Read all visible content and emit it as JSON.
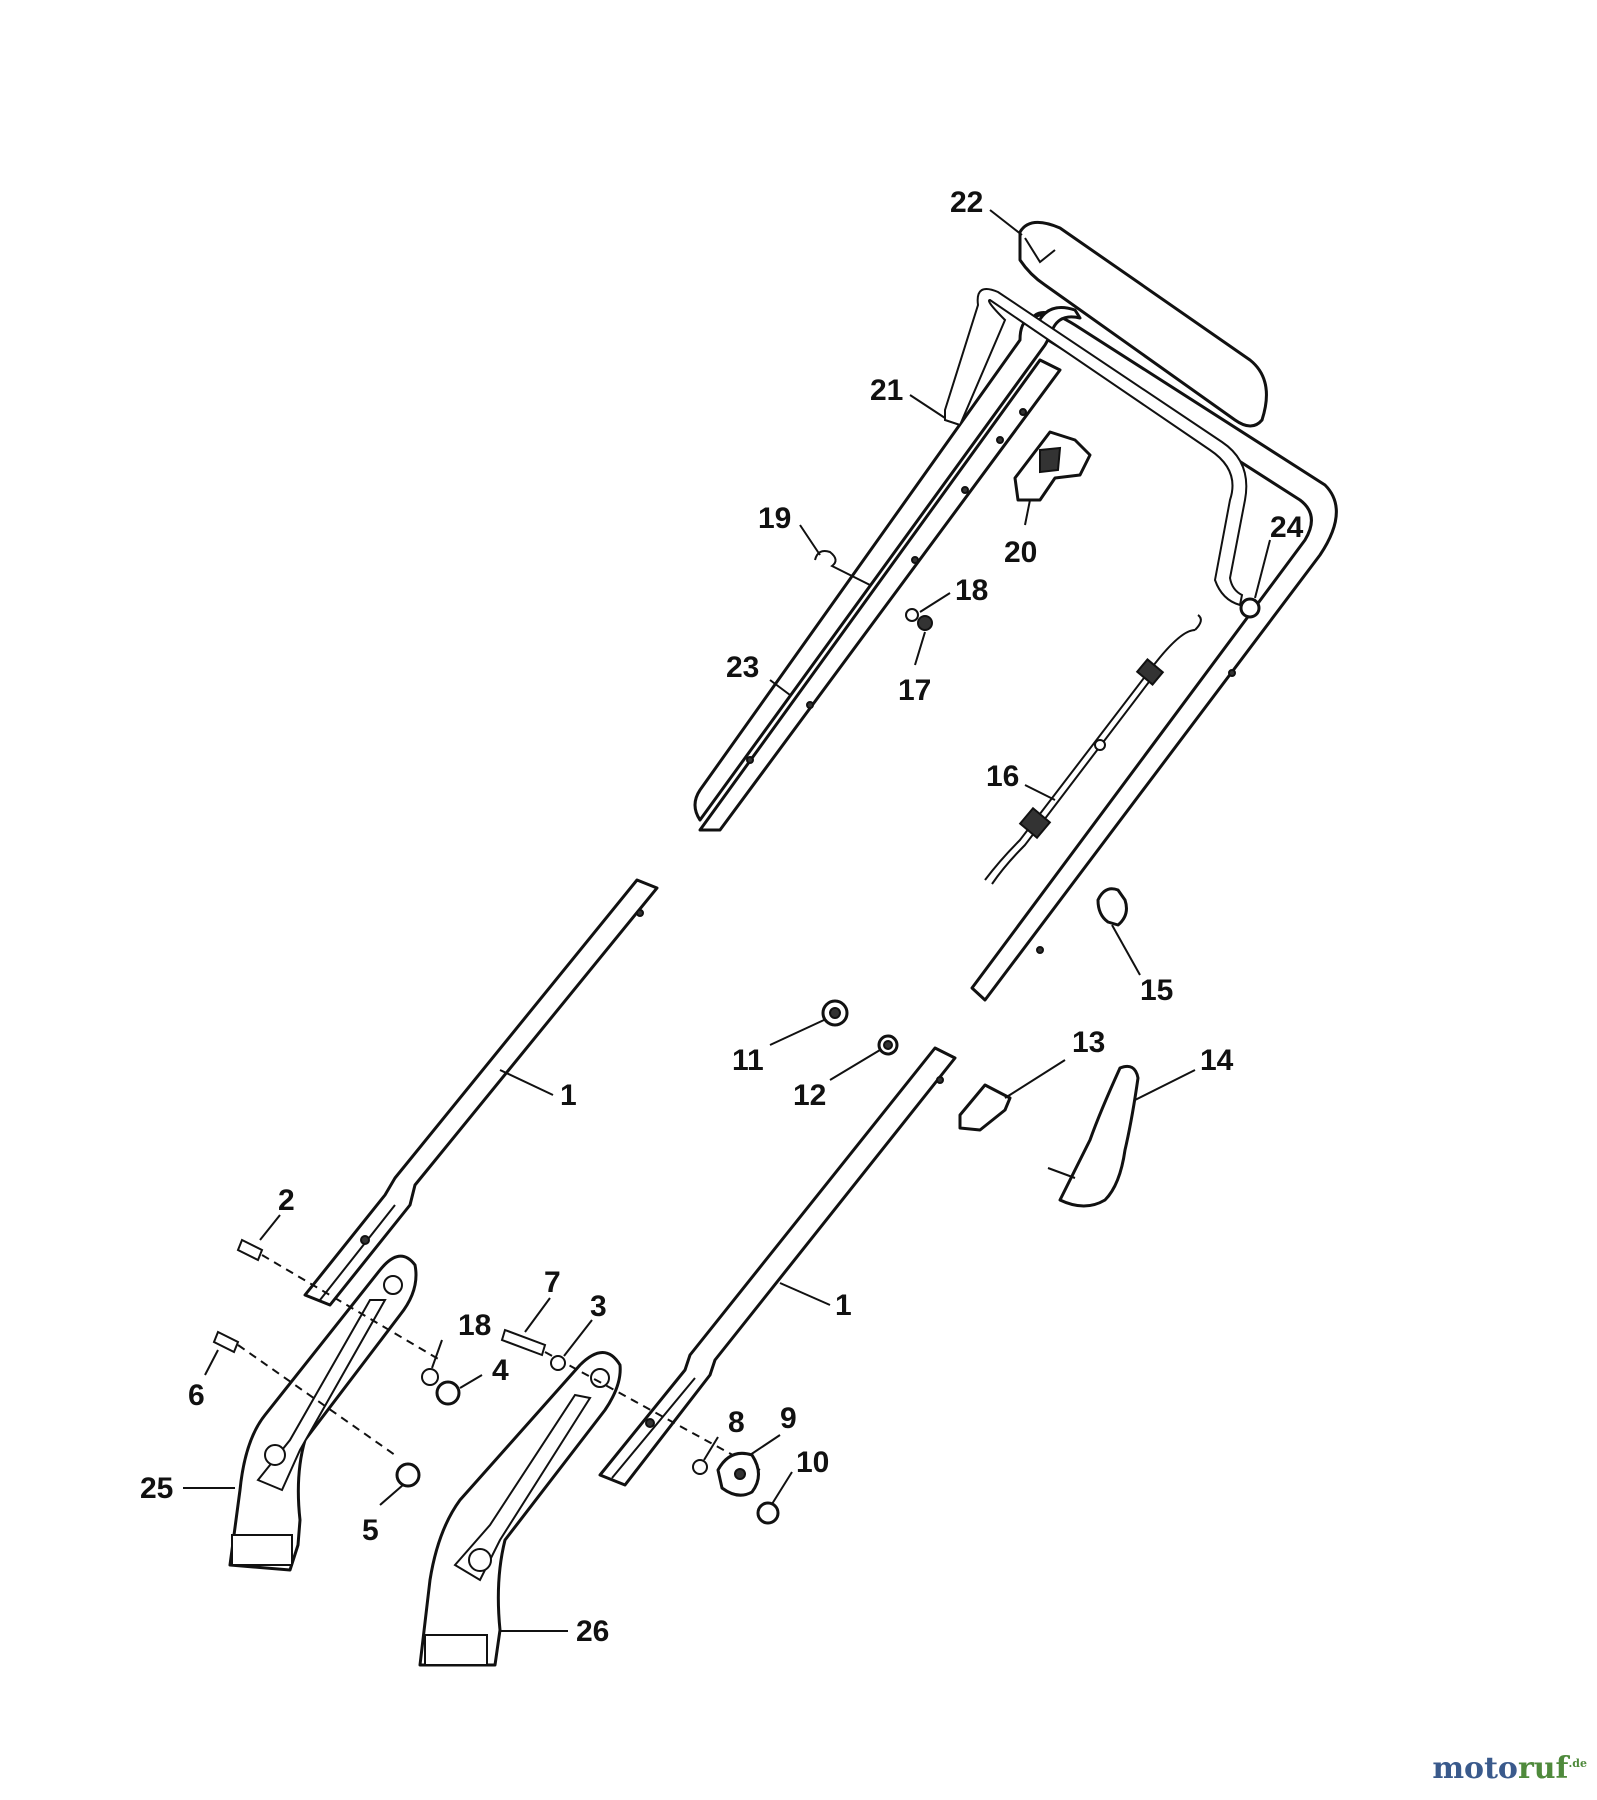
{
  "callouts": {
    "c1a": "1",
    "c1b": "1",
    "c2": "2",
    "c3": "3",
    "c4": "4",
    "c5": "5",
    "c6": "6",
    "c7": "7",
    "c8": "8",
    "c9": "9",
    "c10": "10",
    "c11": "11",
    "c12": "12",
    "c13": "13",
    "c14": "14",
    "c15": "15",
    "c16": "16",
    "c17": "17",
    "c18a": "18",
    "c18b": "18",
    "c19": "19",
    "c20": "20",
    "c21": "21",
    "c22": "22",
    "c23": "23",
    "c24": "24",
    "c25": "25",
    "c26": "26"
  },
  "watermark": {
    "part1": "moto",
    "part2": "ruf",
    "tld": ".de"
  },
  "colors": {
    "line": "#111111",
    "logo_blue": "#3a5a8c",
    "logo_green": "#4f8a3c"
  }
}
